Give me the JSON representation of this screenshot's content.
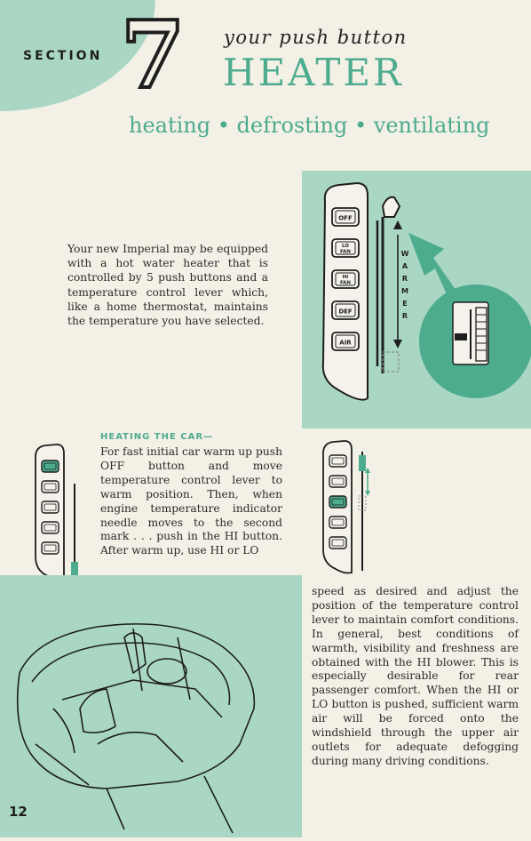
{
  "header": {
    "section_label": "SECTION",
    "section_number": "7",
    "subtitle": "your push button",
    "title": "HEATER"
  },
  "tagline": "heating • defrosting • ventilating",
  "intro": "Your new Imperial may be equipped with a hot water heater that is controlled by 5 push buttons and a temperature control lever which, like a home thermostat, maintains the temperature you have selected.",
  "heating_section": {
    "heading": "HEATING THE CAR—",
    "body_part1": "For fast initial car warm up push OFF button and move temperature control lever to warm position. Then, when engine temperature indicator needle moves to the second mark . . . push in the HI button. After warm up, use HI or LO",
    "body_part2": "speed as desired and adjust the position of the temperature control lever to maintain comfort conditions. In general, best conditions of warmth, visibility and freshness are obtained with the HI blower. This is especially desirable for rear passenger comfort. When the HI or LO button is pushed, sufficient warm air will be forced onto the windshield through the upper air outlets for adequate defogging during many driving conditions."
  },
  "control_panel": {
    "buttons": [
      "OFF",
      "LO FAN",
      "HI FAN",
      "DEF",
      "AIR"
    ],
    "lever_label": "WARMER"
  },
  "page_number": "12",
  "colors": {
    "accent": "#4dab8e",
    "panel": "#a9d7c4",
    "paper": "#f3f0e6"
  }
}
